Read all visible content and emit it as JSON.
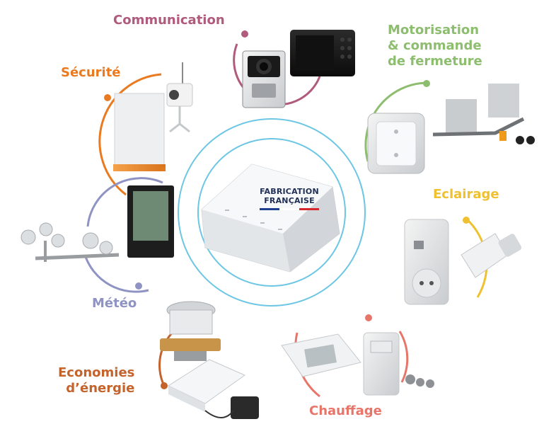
{
  "badge": {
    "line1": "FABRICATION",
    "line2": "FRANÇAISE"
  },
  "categories": {
    "communication": {
      "label": "Communication",
      "color": "#b05a7c"
    },
    "motorisation": {
      "label": "Motorisation\n& commande\nde fermeture",
      "color": "#8dbd6e"
    },
    "securite": {
      "label": "Sécurité",
      "color": "#ea7a1f"
    },
    "eclairage": {
      "label": "Eclairage",
      "color": "#efc02f"
    },
    "meteo": {
      "label": "Météo",
      "color": "#8f93c4"
    },
    "economies": {
      "label": "Economies\nd’énergie",
      "color": "#c4632c"
    },
    "chauffage": {
      "label": "Chauffage",
      "color": "#e8756a"
    }
  },
  "colors": {
    "center_ring": "#6cc6e4",
    "flag_blue": "#1f3f8f",
    "flag_white": "#ffffff",
    "flag_red": "#d8262d"
  }
}
